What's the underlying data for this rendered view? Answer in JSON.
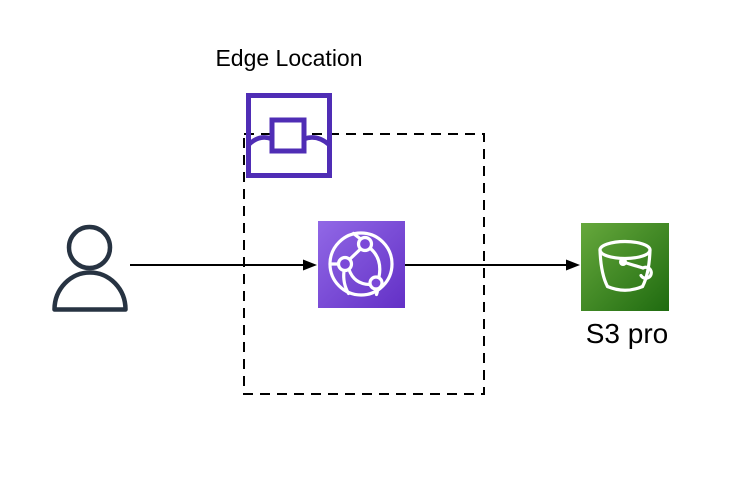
{
  "diagram": {
    "type": "aws-architecture",
    "labels": {
      "edge_location": "Edge Location",
      "s3_bucket": "S3 pro"
    },
    "nodes": [
      {
        "id": "user",
        "icon": "person-icon",
        "label": ""
      },
      {
        "id": "edge-location",
        "icon": "aws-edge-location-icon",
        "label": "Edge Location"
      },
      {
        "id": "cloudfront",
        "icon": "aws-cloudfront-globe-icon",
        "label": ""
      },
      {
        "id": "s3-bucket",
        "icon": "aws-s3-bucket-icon",
        "label": "S3 pro"
      }
    ],
    "connections": [
      {
        "from": "user",
        "to": "cloudfront",
        "style": "solid-arrow"
      },
      {
        "from": "cloudfront",
        "to": "s3-bucket",
        "style": "solid-arrow"
      }
    ],
    "boundary": {
      "style": "dashed-rectangle",
      "encloses": [
        "cloudfront"
      ],
      "badge": "edge-location"
    },
    "colors": {
      "background": "#FFFFFF",
      "person_stroke": "#273342",
      "edge_location_stroke": "#4F2DB5",
      "cloudfront_gradient_start": "#9168E6",
      "cloudfront_gradient_end": "#6330C6",
      "s3_gradient_start": "#66A83C",
      "s3_gradient_end": "#1F6B10",
      "arrow": "#000000",
      "boundary_stroke": "#000000",
      "label_text": "#000000"
    }
  }
}
